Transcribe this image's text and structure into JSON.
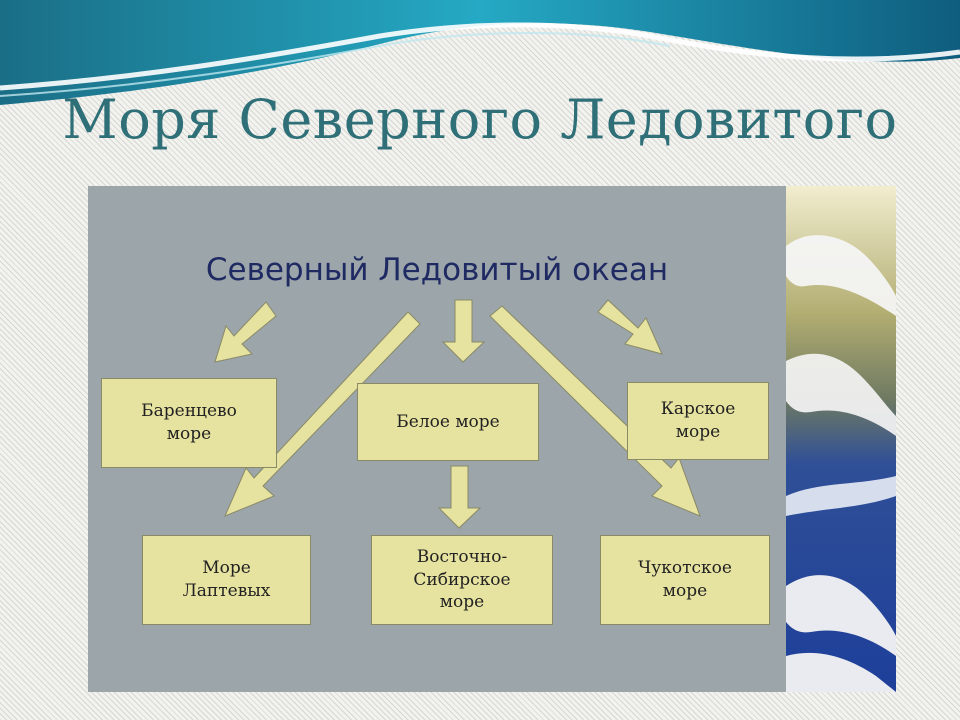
{
  "slide": {
    "title": "Моря Северного Ледовитого"
  },
  "diagram": {
    "title": "Северный Ледовитый океан",
    "seas": {
      "barents": [
        "Баренцево",
        "море"
      ],
      "white": [
        "Белое море"
      ],
      "kara": [
        "Карское",
        "море"
      ],
      "laptev": [
        "Море",
        "Лаптевых"
      ],
      "east_siberian": [
        "Восточно-",
        "Сибирское",
        "море"
      ],
      "chukchi": [
        "Чукотское",
        "море"
      ]
    }
  },
  "colors": {
    "title": "#2e6f78",
    "diagram_title": "#1f2a63",
    "panel": "#9ba5aa",
    "box_fill": "#e6e2a0",
    "arrow_fill": "#e6e2a0"
  }
}
